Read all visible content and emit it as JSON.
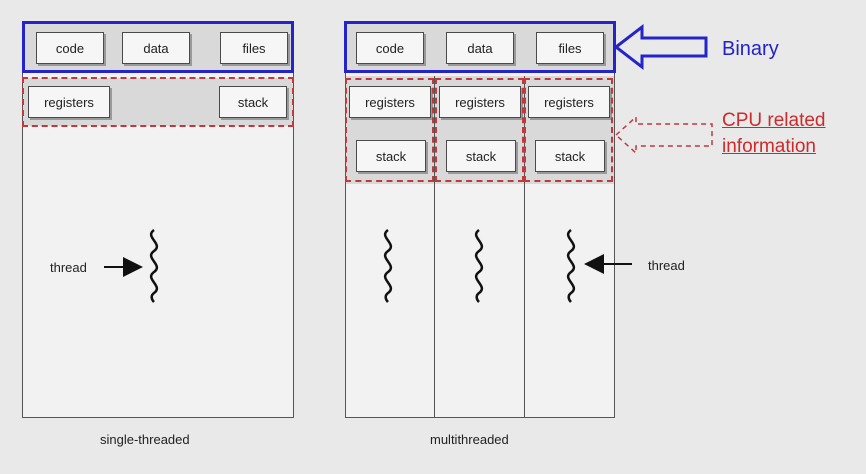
{
  "single": {
    "code": "code",
    "data": "data",
    "files": "files",
    "registers": "registers",
    "stack": "stack",
    "thread_label": "thread",
    "caption": "single-threaded"
  },
  "multi": {
    "code": "code",
    "data": "data",
    "files": "files",
    "threads": [
      {
        "registers": "registers",
        "stack": "stack"
      },
      {
        "registers": "registers",
        "stack": "stack"
      },
      {
        "registers": "registers",
        "stack": "stack"
      }
    ],
    "thread_label": "thread",
    "caption": "multithreaded"
  },
  "annotations": {
    "binary": "Binary",
    "cpu_line1": "CPU related",
    "cpu_line2": "information"
  },
  "colors": {
    "binary_blue": "#2424c8",
    "cpu_red": "#c0393b"
  }
}
